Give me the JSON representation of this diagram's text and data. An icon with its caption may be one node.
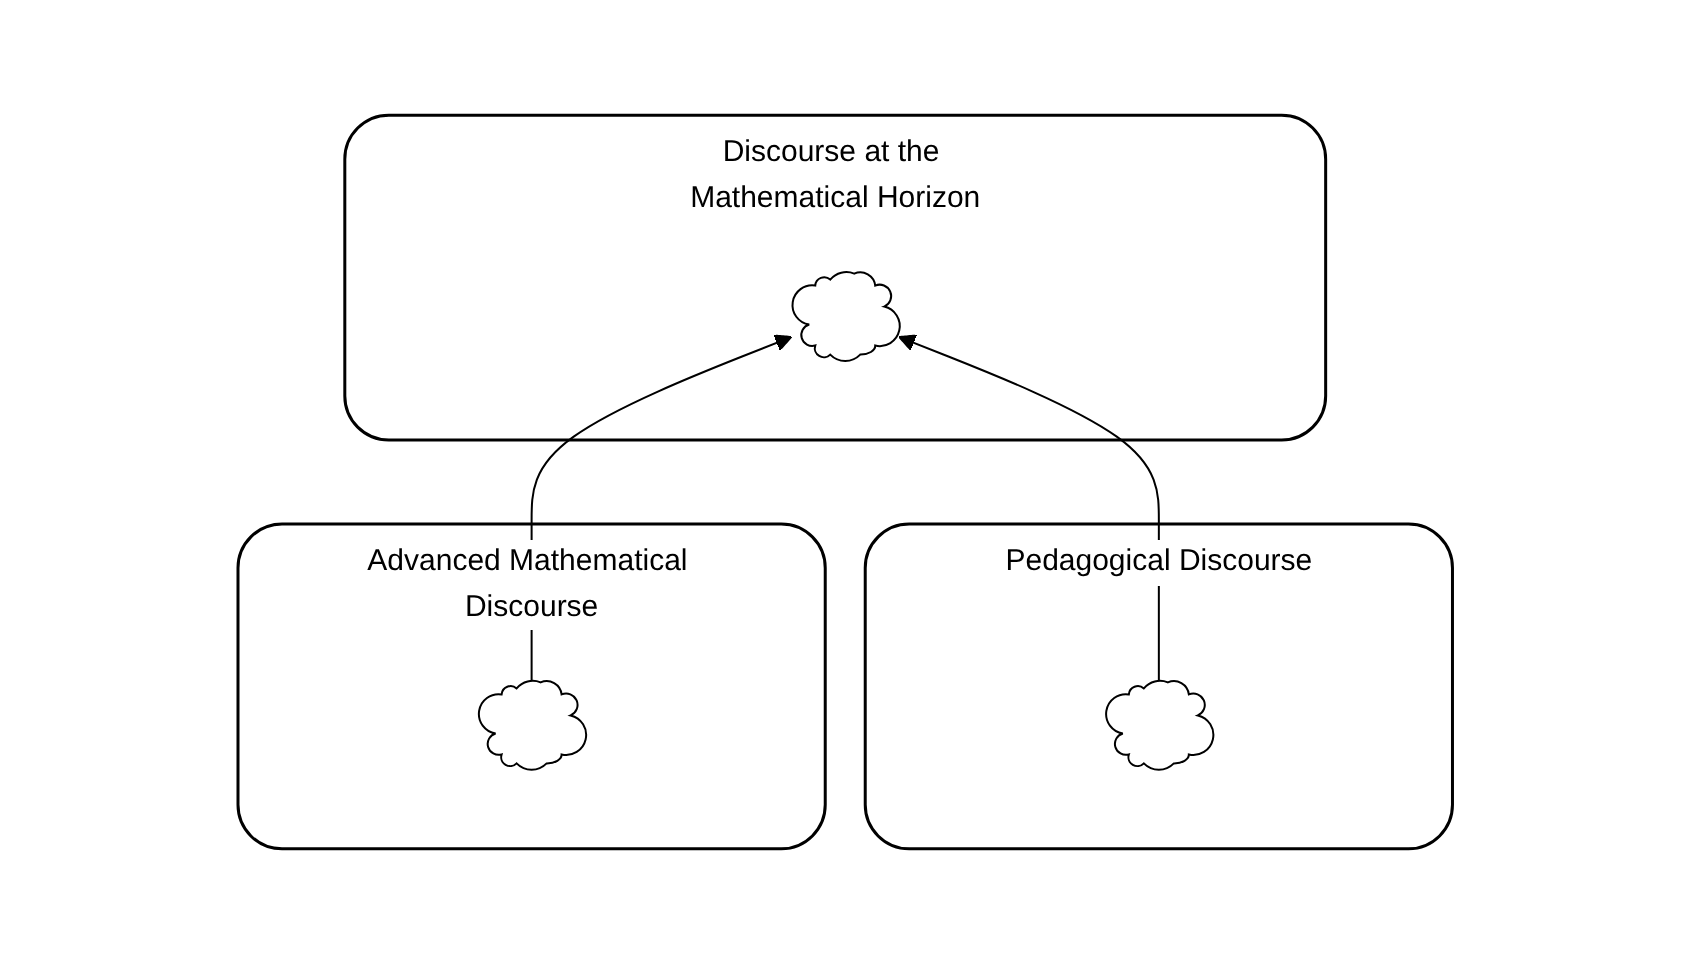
{
  "diagram": {
    "nodes": [
      {
        "text": [
          "Discourse at the Mathematical Horizon"
        ]
      },
      {
        "text": [],
        "shape": "cloud",
        "in": 0
      },
      {
        "text": [
          "Advanced Mathematical Discourse"
        ]
      },
      {
        "text": [],
        "shape": "cloud",
        "in": 2
      },
      {
        "text": [
          "Pedagogical Discourse"
        ]
      },
      {
        "text": [],
        "shape": "cloud",
        "in": 4
      }
    ],
    "edges": [
      {
        "from": 3,
        "to": 1,
        "arrow": "to"
      },
      {
        "from": 5,
        "to": 1,
        "arrow": "to"
      }
    ]
  }
}
